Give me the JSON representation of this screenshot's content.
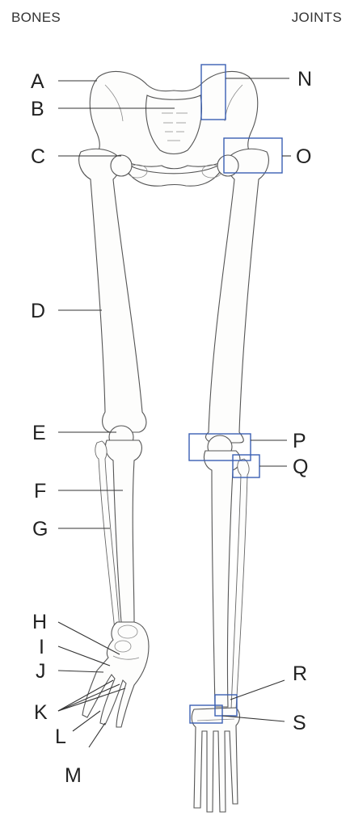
{
  "header": {
    "left": "BONES",
    "right": "JOINTS"
  },
  "bone_labels": [
    "A",
    "B",
    "C",
    "D",
    "E",
    "F",
    "G",
    "H",
    "I",
    "J",
    "K",
    "L",
    "M"
  ],
  "joint_labels": [
    "N",
    "O",
    "P",
    "Q",
    "R",
    "S"
  ],
  "colors": {
    "joint_box": "#3a5fb3",
    "bone_outline": "#555555",
    "text": "#222222"
  }
}
